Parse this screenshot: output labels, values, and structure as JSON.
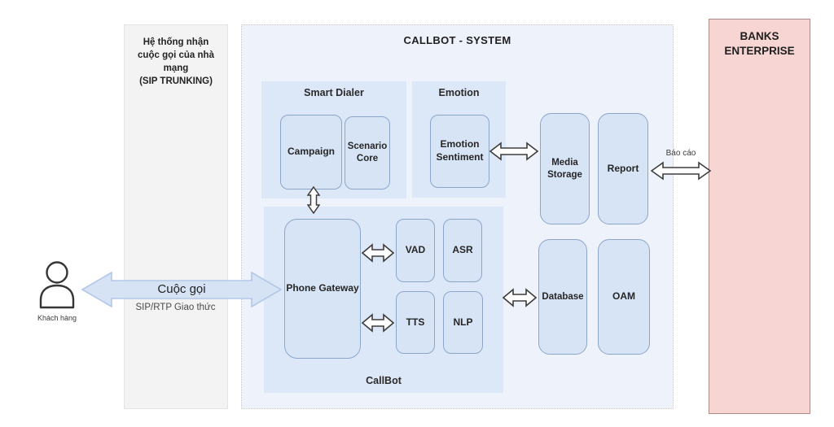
{
  "colors": {
    "panel_blue": "#dce8f7",
    "node_blue": "#d7e4f6",
    "node_border": "#8ca6ca",
    "system_bg": "#eef2fa",
    "trunk_gray": "#f3f3f3",
    "banks_pink": "#f7d5d3",
    "banks_border": "#b28b89",
    "call_arrow_fill": "#d5e3f4",
    "call_arrow_border": "#b3c8e6",
    "outline_arrow_stroke": "#3d3d3d"
  },
  "customer": {
    "label": "Khách hàng"
  },
  "call_arrow": {
    "label": "Cuộc gọi",
    "protocol": "SIP/RTP Giao thức"
  },
  "trunk_box": {
    "line1": "Hệ thống nhận cuộc gọi của nhà mạng",
    "line2": "(SIP TRUNKING)"
  },
  "system": {
    "title": "CALLBOT - SYSTEM",
    "smart_dialer": {
      "title": "Smart Dialer",
      "campaign": "Campaign",
      "scenario_core": "Scenario Core"
    },
    "emotion": {
      "title": "Emotion",
      "sentiment": "Emotion Sentiment"
    },
    "callbot": {
      "title": "CallBot",
      "phone_gateway": "Phone Gateway",
      "vad": "VAD",
      "asr": "ASR",
      "tts": "TTS",
      "nlp": "NLP"
    },
    "media_storage": "Media Storage",
    "report": "Report",
    "database": "Database",
    "oam": "OAM"
  },
  "report_arrow": {
    "label": "Báo cáo"
  },
  "banks": {
    "title": "BANKS ENTERPRISE"
  }
}
